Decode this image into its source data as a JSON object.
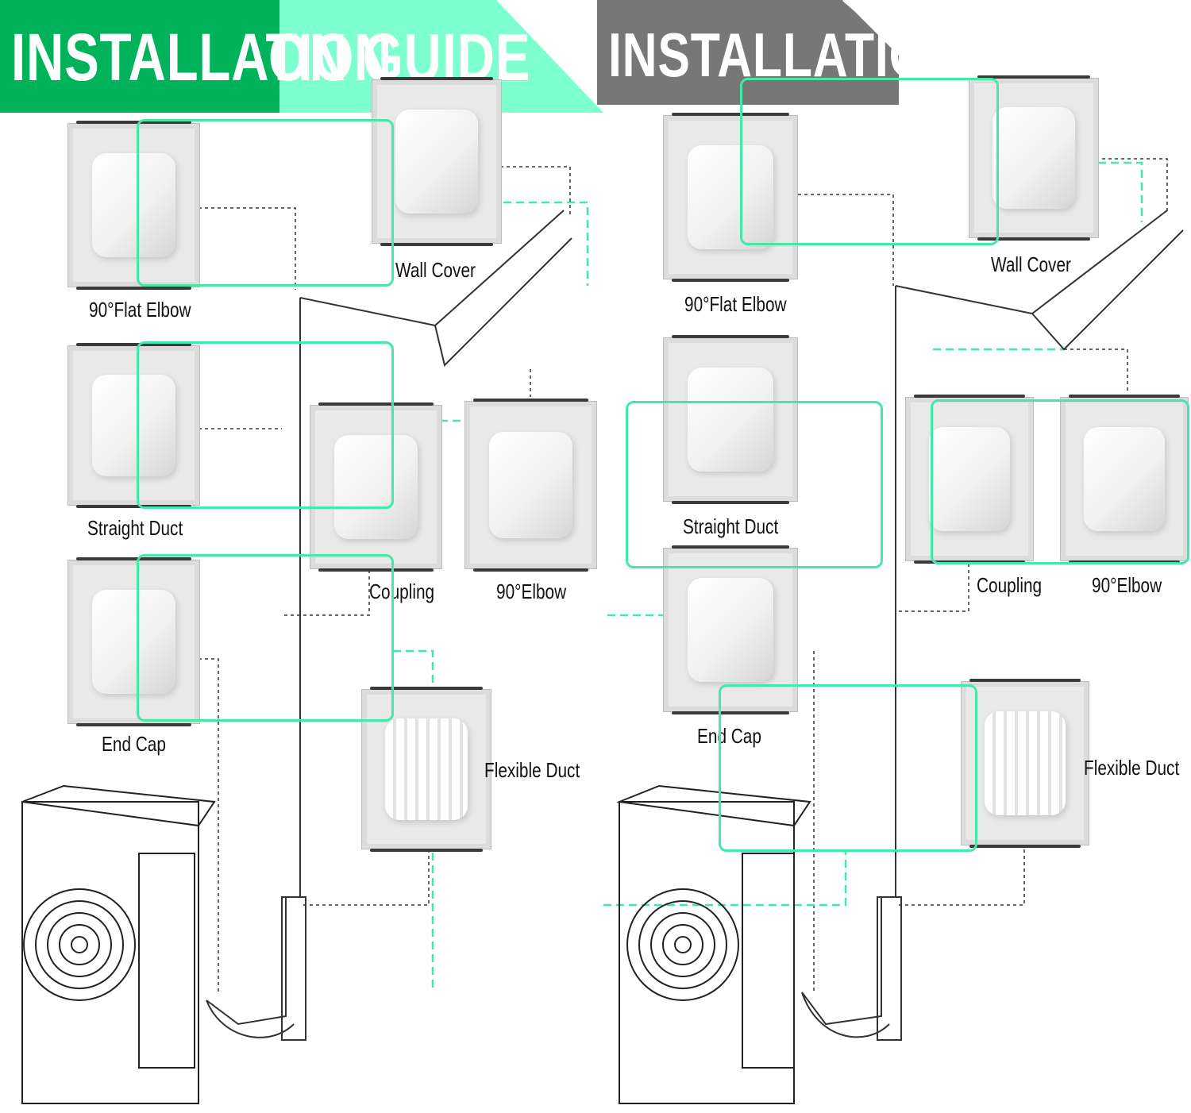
{
  "left_guide": {
    "title_part1": "INSTALLATION",
    "title_part2": "ON GUIDE",
    "parts": {
      "wall_elbow": "90°Flat Elbow",
      "wall_cover": "Wall Cover",
      "straight_duct": "Straight Duct",
      "coupling": "Coupling",
      "elbow_90": "90°Elbow",
      "end_cap": "End Cap",
      "flexible_duct": "Flexible Duct"
    }
  },
  "right_guide": {
    "title": "INSTALLATION",
    "parts": {
      "flat_elbow": "90°Flat Elbow",
      "wall_cover": "Wall Cover",
      "straight_duct": "Straight Duct",
      "coupling": "Coupling",
      "elbow_90": "90°Elbow",
      "end_cap": "End Cap",
      "flexible_duct": "Flexible Duct"
    }
  },
  "colors": {
    "banner_green_dark": "#00b35a",
    "banner_green_light": "#7dffcf",
    "banner_gray": "#777777",
    "highlight_green": "#44e8a8"
  }
}
